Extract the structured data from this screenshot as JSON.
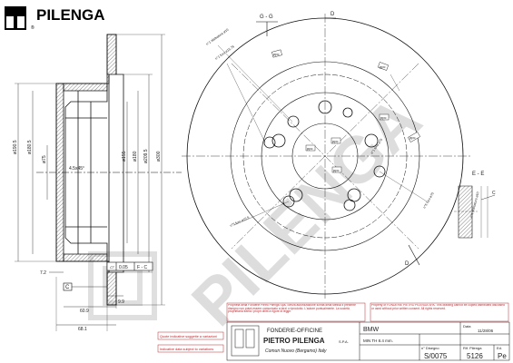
{
  "brand": {
    "name": "PILENGA",
    "watermark": "PILENGA",
    "footer_line1": "FONDERIE-OFFICINE",
    "footer_line2": "PIETRO PILENGA",
    "footer_sa": "S.P.A.",
    "footer_city": "Comun Nuovo (Bergamo) Italy"
  },
  "section_labels": {
    "gg": "G - G",
    "ee": "E - E",
    "d_top": "D",
    "d_bottom": "D",
    "c": "C",
    "c_frame": "C"
  },
  "side_dims": {
    "d190_5": "ø190.5",
    "d180_5": "ø180.5",
    "d75": "ø75",
    "d155": "ø155",
    "d180": "ø180",
    "d209_5": "ø209.5",
    "d300": "ø300",
    "chamfer": "4.5x45°",
    "d7_2": "7.2",
    "d9_9": "9.9",
    "d60_9": "60.9",
    "d68_1": "68.1",
    "gdt_value": "0.05",
    "gdt_ref": "F - C"
  },
  "front_notes": {
    "n1": "n°1 sfalsatura ø10",
    "n2": "n°1 foro ø15.75",
    "n3": "n°5 foro ø15.5",
    "n4": "n°5 foro ø75",
    "n5": "n°1 foro ø75",
    "n6": "n°1 sfalsatura ø10"
  },
  "box_tags": [
    "ppc",
    "ppc",
    "ppc",
    "ppc",
    "ppc",
    "ppc",
    "ppc"
  ],
  "notice_it": "Proprietà della Fonderie Pietro Pilenga Spa. Senza autorizzazione scritta della stessa il presente disegno non potrà essere comunicato a terzi o riprodotto. L'autore puntualmente. La società proprietaria tutela i propri diritti a rigore di legge.",
  "notice_en": "Property of FONDERIE PIETRO PILENGA SPA. This drawing cannot be copied distributed disclosed or used without prior written consent. All rights reserved.",
  "quote_it": "Quote indicative soggette a variazioni",
  "quote_en": "Indicative data subject to variations",
  "title_block": {
    "vehicle": "BMW",
    "data_label": "Data",
    "date": "11/28/06",
    "min_th": "MIN TH 8.4 mm.",
    "disegno_label": "n° Disegno",
    "rif_label": "Rif. Pilenga",
    "ed_label": "Ed.",
    "drawing_no": "S/0075",
    "pilenga_ref": "5126",
    "edition": "Pe"
  }
}
